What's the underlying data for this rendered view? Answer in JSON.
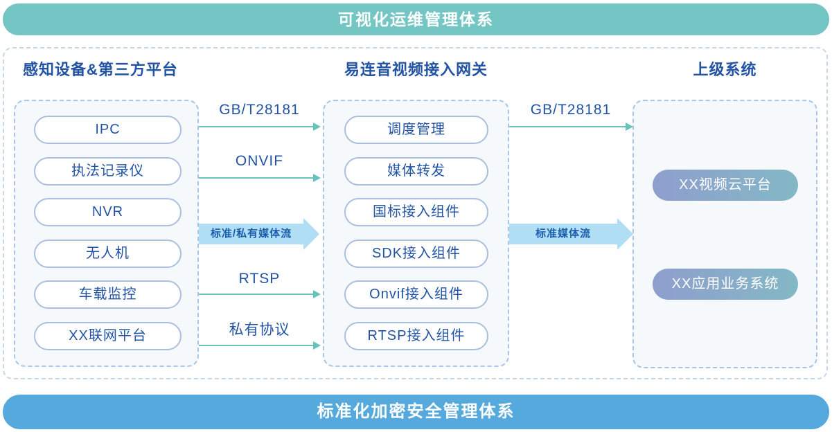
{
  "banners": {
    "top": "可视化运维管理体系",
    "bottom": "标准化加密安全管理体系"
  },
  "columns": {
    "devices": {
      "title": "感知设备&第三方平台",
      "items": [
        "IPC",
        "执法记录仪",
        "NVR",
        "无人机",
        "车载监控",
        "XX联网平台"
      ]
    },
    "gateway": {
      "title": "易连音视频接入网关",
      "items": [
        "调度管理",
        "媒体转发",
        "国标接入组件",
        "SDK接入组件",
        "Onvif接入组件",
        "RTSP接入组件"
      ]
    },
    "upper": {
      "title": "上级系统",
      "items": [
        "XX视频云平台",
        "XX应用业务系统"
      ]
    }
  },
  "flows": {
    "left": {
      "protocols": [
        "GB/T28181",
        "ONVIF",
        "RTSP",
        "私有协议"
      ],
      "stream": "标准/私有媒体流"
    },
    "right": {
      "protocols": [
        "GB/T28181"
      ],
      "stream": "标准媒体流"
    }
  },
  "colors": {
    "top_banner": "#73c6c4",
    "bottom_banner": "#56a9dc",
    "heading_text": "#2253a4",
    "node_border": "#aabfde",
    "thin_arrow": "#67c3bc",
    "stream_arrow": "#b0def5",
    "gradient_start": "#8f9ecd",
    "gradient_end": "#83b8c6"
  }
}
